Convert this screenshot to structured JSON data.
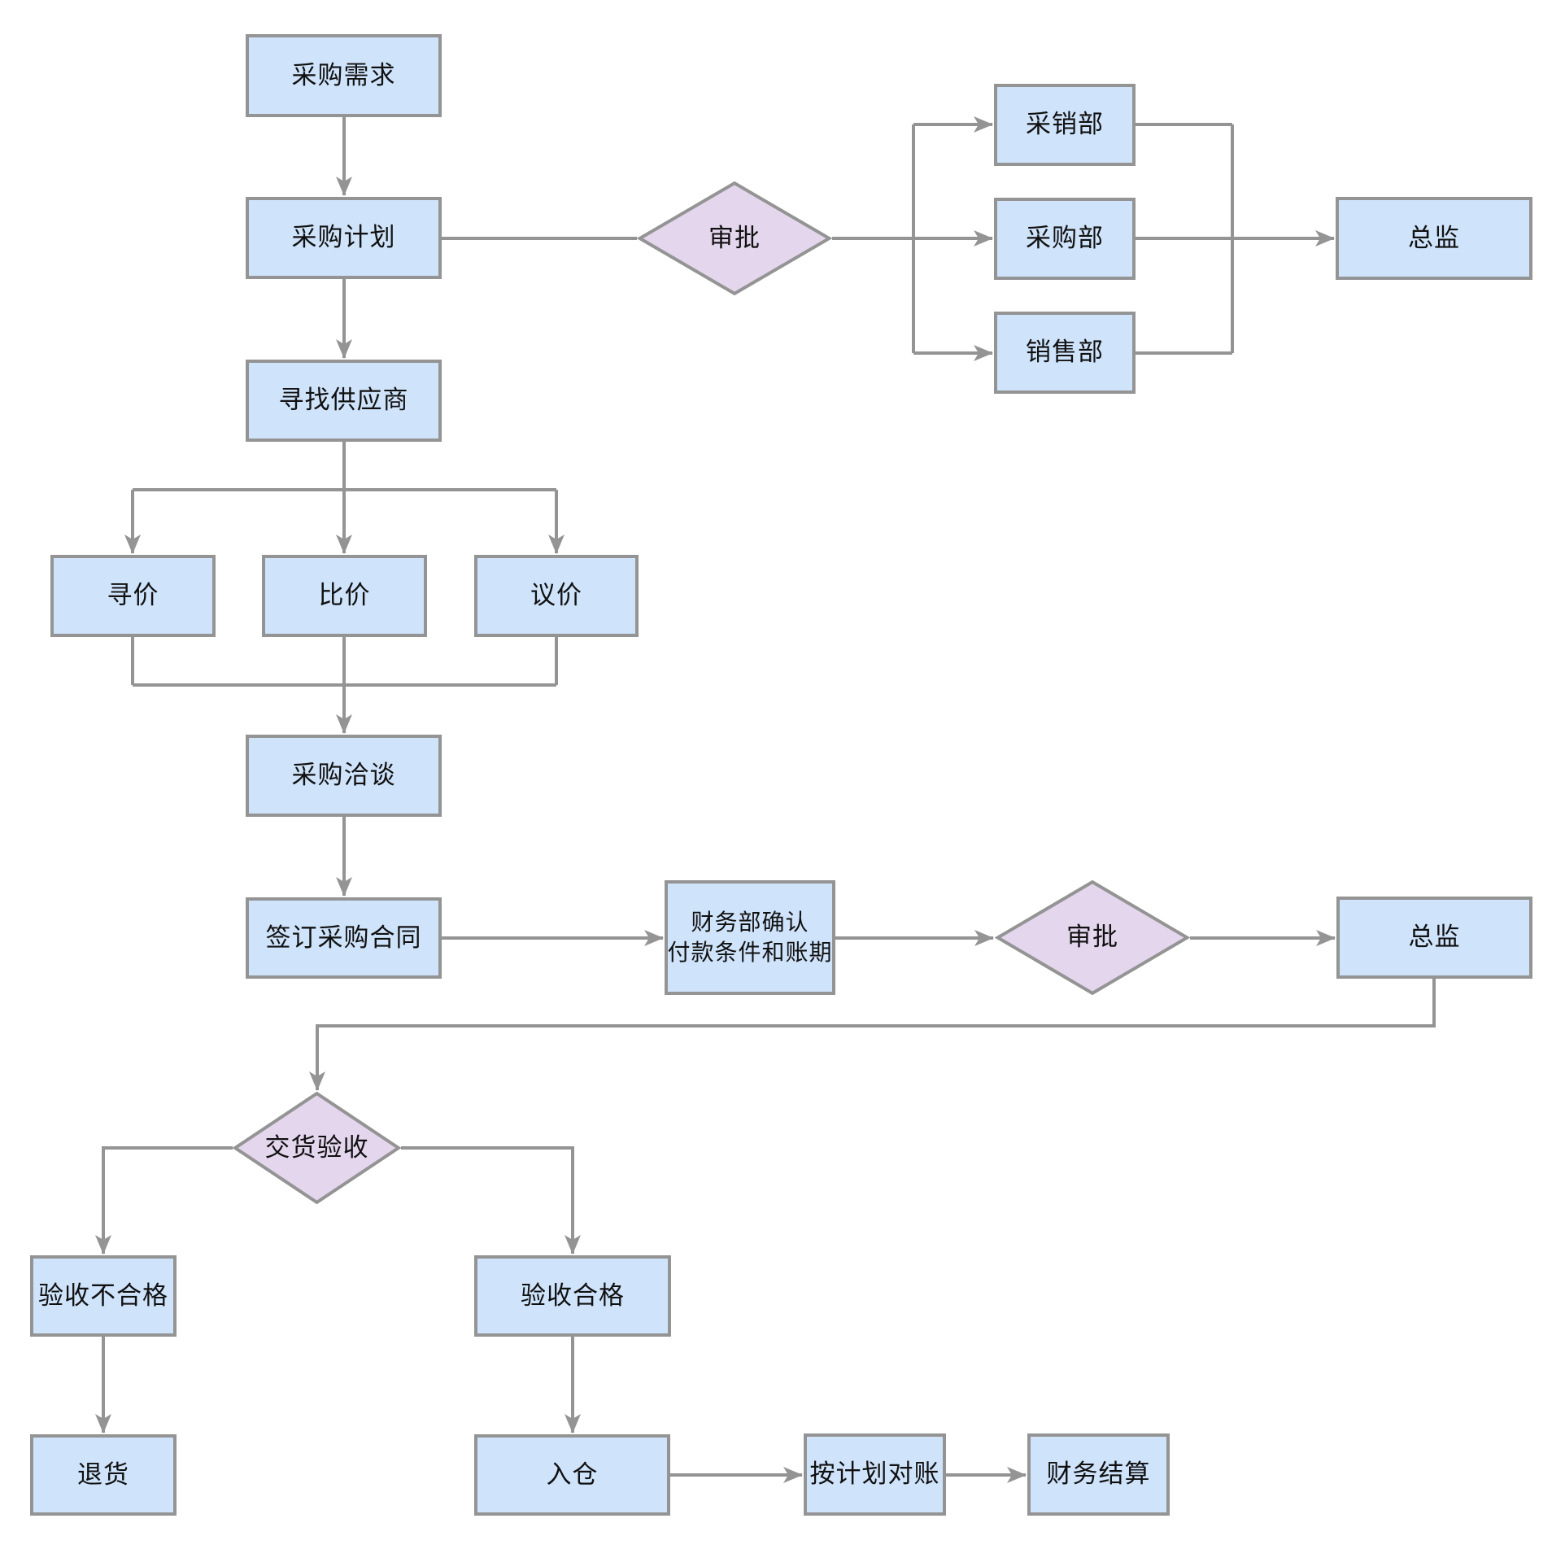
{
  "colors": {
    "process_fill": "#cfe3fb",
    "decision_fill": "#e4d6ed",
    "border": "#949494",
    "connector": "#949494",
    "text": "#111111",
    "background": "#ffffff"
  },
  "nodes": {
    "purchase_demand": {
      "label": "采购需求",
      "type": "process"
    },
    "purchase_plan": {
      "label": "采购计划",
      "type": "process"
    },
    "approval_1": {
      "label": "审批",
      "type": "decision"
    },
    "procurement_sales_dept": {
      "label": "采销部",
      "type": "process"
    },
    "purchasing_dept": {
      "label": "采购部",
      "type": "process"
    },
    "sales_dept": {
      "label": "销售部",
      "type": "process"
    },
    "director_1": {
      "label": "总监",
      "type": "process"
    },
    "find_suppliers": {
      "label": "寻找供应商",
      "type": "process"
    },
    "inquiry": {
      "label": "寻价",
      "type": "process"
    },
    "price_comparison": {
      "label": "比价",
      "type": "process"
    },
    "price_negotiation": {
      "label": "议价",
      "type": "process"
    },
    "purchase_negotiation": {
      "label": "采购洽谈",
      "type": "process"
    },
    "sign_contract": {
      "label": "签订采购合同",
      "type": "process"
    },
    "finance_confirm": {
      "label_lines": [
        "财务部确认",
        "付款条件和账期"
      ],
      "type": "process"
    },
    "approval_2": {
      "label": "审批",
      "type": "decision"
    },
    "director_2": {
      "label": "总监",
      "type": "process"
    },
    "delivery_inspection": {
      "label": "交货验收",
      "type": "decision"
    },
    "inspection_failed": {
      "label": "验收不合格",
      "type": "process"
    },
    "inspection_passed": {
      "label": "验收合格",
      "type": "process"
    },
    "return_goods": {
      "label": "退货",
      "type": "process"
    },
    "warehousing": {
      "label": "入仓",
      "type": "process"
    },
    "reconcile_as_planned": {
      "label": "按计划对账",
      "type": "process"
    },
    "financial_settlement": {
      "label": "财务结算",
      "type": "process"
    }
  },
  "edges": [
    {
      "from": "purchase_demand",
      "to": "purchase_plan",
      "arrow": true
    },
    {
      "from": "purchase_plan",
      "to": "approval_1",
      "arrow": false
    },
    {
      "from": "purchase_plan",
      "to": "find_suppliers",
      "arrow": true
    },
    {
      "from": "approval_1",
      "to": "procurement_sales_dept",
      "arrow": true
    },
    {
      "from": "approval_1",
      "to": "purchasing_dept",
      "arrow": true
    },
    {
      "from": "approval_1",
      "to": "sales_dept",
      "arrow": true
    },
    {
      "from": "procurement_sales_dept",
      "to": "director_1",
      "arrow": false
    },
    {
      "from": "purchasing_dept",
      "to": "director_1",
      "arrow": true
    },
    {
      "from": "sales_dept",
      "to": "director_1",
      "arrow": false
    },
    {
      "from": "find_suppliers",
      "to": "inquiry",
      "arrow": true
    },
    {
      "from": "find_suppliers",
      "to": "price_comparison",
      "arrow": true
    },
    {
      "from": "find_suppliers",
      "to": "price_negotiation",
      "arrow": true
    },
    {
      "from": "inquiry",
      "to": "purchase_negotiation",
      "arrow": false
    },
    {
      "from": "price_comparison",
      "to": "purchase_negotiation",
      "arrow": true
    },
    {
      "from": "price_negotiation",
      "to": "purchase_negotiation",
      "arrow": false
    },
    {
      "from": "purchase_negotiation",
      "to": "sign_contract",
      "arrow": true
    },
    {
      "from": "sign_contract",
      "to": "finance_confirm",
      "arrow": true
    },
    {
      "from": "finance_confirm",
      "to": "approval_2",
      "arrow": true
    },
    {
      "from": "approval_2",
      "to": "director_2",
      "arrow": true
    },
    {
      "from": "director_2",
      "to": "delivery_inspection",
      "arrow": true
    },
    {
      "from": "delivery_inspection",
      "to": "inspection_failed",
      "arrow": true
    },
    {
      "from": "delivery_inspection",
      "to": "inspection_passed",
      "arrow": true
    },
    {
      "from": "inspection_failed",
      "to": "return_goods",
      "arrow": true
    },
    {
      "from": "inspection_passed",
      "to": "warehousing",
      "arrow": true
    },
    {
      "from": "warehousing",
      "to": "reconcile_as_planned",
      "arrow": true
    },
    {
      "from": "reconcile_as_planned",
      "to": "financial_settlement",
      "arrow": true
    }
  ]
}
